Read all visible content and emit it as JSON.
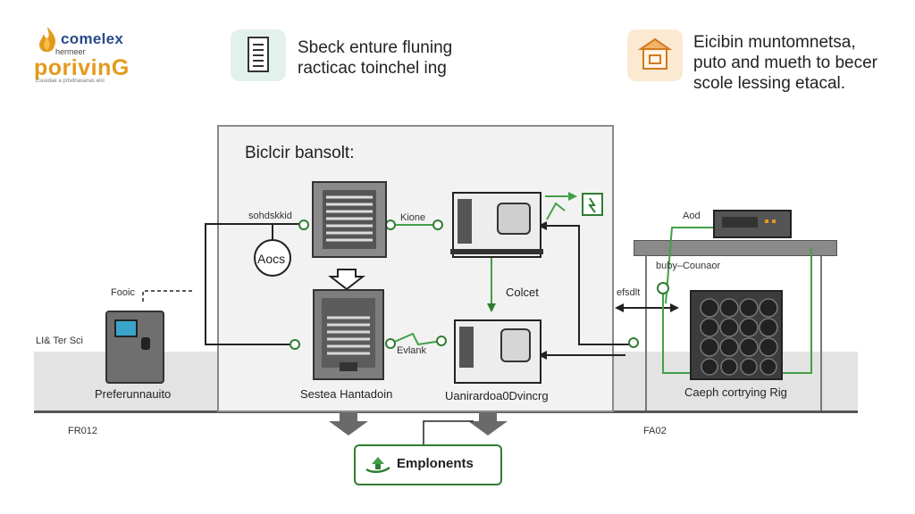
{
  "logo": {
    "top": "comelex",
    "sub": "hermeer",
    "main": "porivinG",
    "tag": "Esuedae a prisdnasanas eisl"
  },
  "tips": [
    {
      "icon": "document-list-icon",
      "lines": [
        "Sbeck enture fluning",
        "racticac toinchel ing"
      ]
    },
    {
      "icon": "warehouse-box-icon",
      "lines": [
        "Eicibin muntomnetsa,",
        "puto and mueth to becer",
        "scole lessing etacal."
      ]
    }
  ],
  "panel": {
    "title": "Biclcir bansolt:"
  },
  "labels": {
    "sensor": "sohdskkid",
    "valve": "Aocs",
    "kione": "Kione",
    "colet": "Colcet",
    "evlank": "Evlank",
    "fooic": "Fooic",
    "left_sensor": "LI& Ter Sci",
    "left_unit": "Preferunnauito",
    "center_unit": "Sestea Hantadoin",
    "right_unit": "Uanirardoa0Dvincrg",
    "aod": "Aod",
    "buby": "buby–Counaor",
    "efsdlt": "efsdlt",
    "rig": "Caeph cortrying Rig",
    "fr_left": "FR012",
    "fr_right": "FA02"
  },
  "badge": {
    "label": "Emplonents",
    "icon": "recycle-hand-icon"
  },
  "colors": {
    "accent": "#e39a1c",
    "green": "#2f7d32",
    "brand_blue": "#2a4a8a",
    "flow_green": "#43a047"
  }
}
